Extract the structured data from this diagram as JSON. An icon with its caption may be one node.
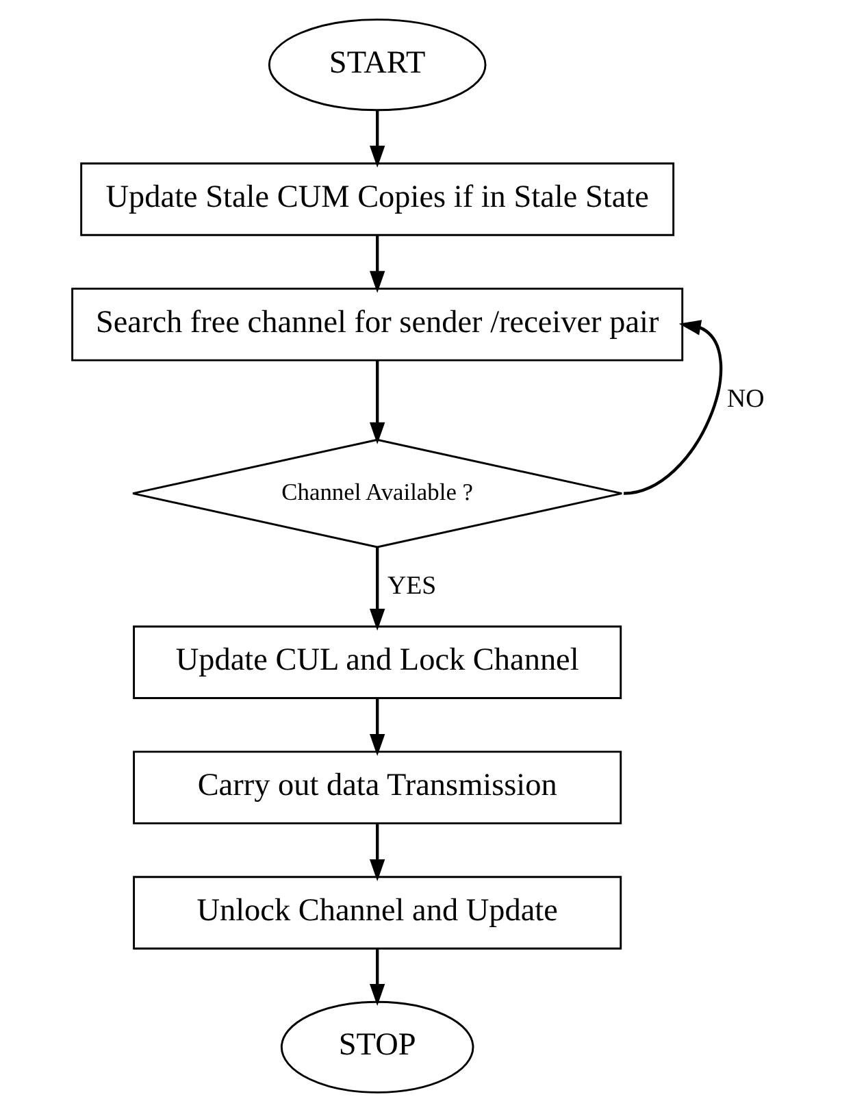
{
  "diagram": {
    "nodes": [
      {
        "text": [
          "START"
        ]
      },
      {
        "text": [
          "Update Stale CUM Copies if in Stale State"
        ]
      },
      {
        "text": [
          "Search free channel for sender /receiver pair"
        ]
      },
      {
        "text": [
          "Channel Available ?"
        ]
      },
      {
        "text": [
          "Update CUL and Lock Channel"
        ]
      },
      {
        "text": [
          "Carry out data Transmission"
        ]
      },
      {
        "text": [
          "Unlock Channel and Update"
        ]
      },
      {
        "text": [
          "STOP"
        ]
      }
    ],
    "edges": [
      {
        "from": 0,
        "to": 1,
        "arrow": "to"
      },
      {
        "from": 1,
        "to": 2,
        "arrow": "to"
      },
      {
        "from": 2,
        "to": 3,
        "arrow": "to"
      },
      {
        "from": 3,
        "to": 2,
        "arrow": "to",
        "label": "NO"
      },
      {
        "from": 3,
        "to": 4,
        "arrow": "to",
        "label": "YES"
      },
      {
        "from": 4,
        "to": 5,
        "arrow": "to"
      },
      {
        "from": 5,
        "to": 6,
        "arrow": "to"
      },
      {
        "from": 6,
        "to": 7,
        "arrow": "to"
      }
    ]
  }
}
